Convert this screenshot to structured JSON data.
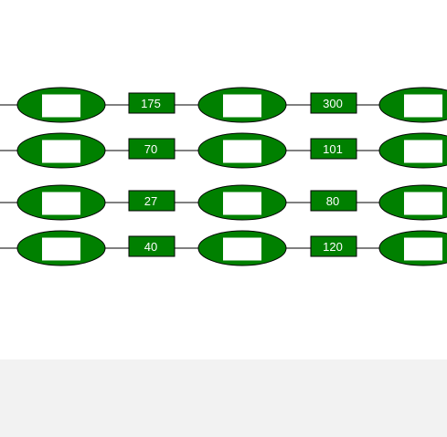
{
  "colors": {
    "node_fill": "#008000",
    "stroke": "#000000",
    "inner_box": "#ffffff",
    "label_text": "#ffffff",
    "footer_background": "#f2f2f2"
  },
  "rows": [
    {
      "edge_labels": [
        "175",
        "300"
      ]
    },
    {
      "edge_labels": [
        "70",
        "101"
      ]
    },
    {
      "edge_labels": [
        "27",
        "80"
      ]
    },
    {
      "edge_labels": [
        "40",
        "120"
      ]
    }
  ]
}
